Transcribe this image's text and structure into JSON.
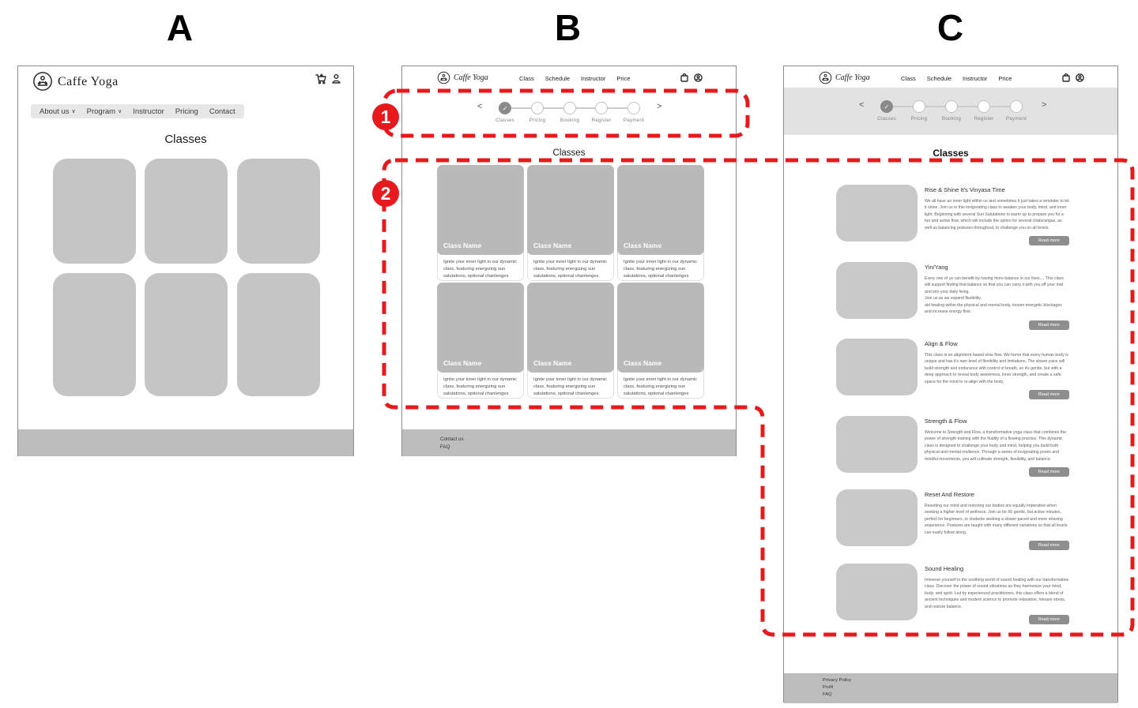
{
  "annotations": {
    "label_a": "A",
    "label_b": "B",
    "label_c": "C",
    "badge_1": "1",
    "badge_2": "2",
    "red": "#e8191c"
  },
  "panel_a": {
    "brand": "Caffe Yoga",
    "nav": [
      {
        "label": "About us",
        "caret": true
      },
      {
        "label": "Program",
        "caret": true
      },
      {
        "label": "Instructor",
        "caret": false
      },
      {
        "label": "Pricing",
        "caret": false
      },
      {
        "label": "Contact",
        "caret": false
      }
    ],
    "title": "Classes"
  },
  "panel_b": {
    "brand": "Caffe Yoga",
    "nav": [
      "Class",
      "Schedule",
      "Instructor",
      "Price"
    ],
    "stepper": [
      "Classes",
      "Pricing",
      "Booking",
      "Register",
      "Payment"
    ],
    "prev": "<",
    "next": ">",
    "title": "Classes",
    "card": {
      "name": "Class Name",
      "description": "Ignite your inner light in our dynamic class, featuring energizing sun salutations, optional chanlenges"
    },
    "footer": [
      "Contact us",
      "FAQ"
    ]
  },
  "panel_c": {
    "brand": "Caffe Yoga",
    "nav": [
      "Class",
      "Schedule",
      "Instructor",
      "Price"
    ],
    "stepper": [
      "Classes",
      "Pricing",
      "Booking",
      "Register",
      "Payment"
    ],
    "prev": "<",
    "next": ">",
    "title": "Classes",
    "read_more": "Read more",
    "items": [
      {
        "title": "Rise & Shine It's Vinyasa Time",
        "description": "We all have an inner light within us and sometimes it just takes a reminder to let it shine. Join us in this invigorating class to awaken your body, mind, and inner light.  Beginning with several Sun Salutations to warm up to prepare you for a fun and active flow, which will include the option for several chaturangas, as well as balancing postures throughout, to challenge you on all levels."
      },
      {
        "title": "Yin/Yang",
        "description": "Every one of us can benefit by having more balance in our lives.... This class will support finding that balance so that you can carry it with you off your mat and into your daily living.\nJoin us as we expand flexibility,\naid healing within the physical and mental body, loosen energetic blockages and increase energy flow."
      },
      {
        "title": "Align & Flow",
        "description": "This class is an alignment based slow flow. We honor that every human body is unique and has it's own level of flexibility and limitations. The slower pace will build strength and endurance with control of breath, so it's gentle, but with a deep approach to reveal body awareness, inner strength, and create a safe space for the mind to re-align with the body."
      },
      {
        "title": "Strength & Flow",
        "description": "Welcome to Strength and Flow, a transformative yoga class that combines the power of strength training with the fluidity of a flowing practice. This dynamic class is designed to challenge your body and mind, helping you build both physical and mental resilience. Through a series of invigorating poses and mindful movements, you will cultivate strength, flexibility, and balance."
      },
      {
        "title": "Reset And Restore",
        "description": "Resetting our mind and restoring our bodies are equally imperative when seeking a higher level of wellness.   Join us for 60 gentle, but active minutes, perfect for beginners, or students seeking a slower paced and more relaxing experience. Postures are taught with many different variations so that all levels can easily follow along."
      },
      {
        "title": "Sound Healing",
        "description": "Immerse yourself in the soothing world of sound healing with our transformative class. Discover the power of sound vibrations as they harmonize your mind, body, and spirit. Led by experienced practitioners, this class offers a blend of ancient techniques and modern science to promote relaxation, release stress, and restore balance."
      }
    ],
    "footer": [
      "Privacy Policy",
      "Profil",
      "FAQ"
    ]
  }
}
